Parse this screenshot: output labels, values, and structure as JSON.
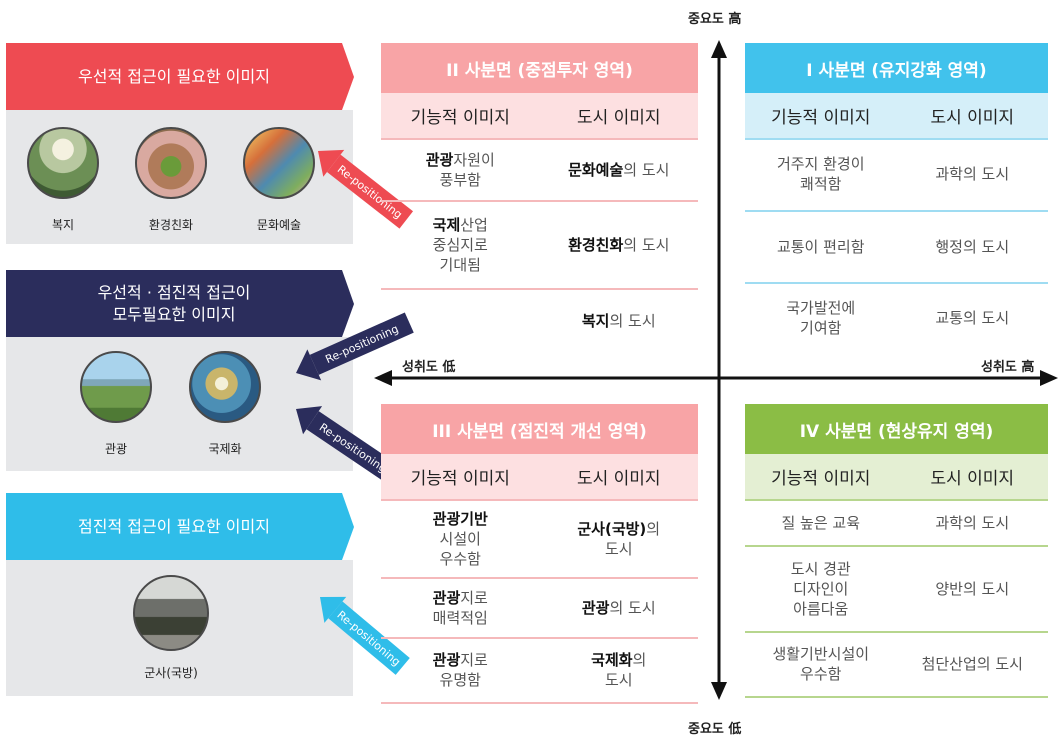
{
  "axes": {
    "top": "중요도 高",
    "bottom": "중요도 低",
    "left": "성취도 低",
    "right": "성취도 高"
  },
  "left_panels": {
    "priority": {
      "title": "우선적 접근이 필요한 이미지",
      "items": [
        "복지",
        "환경친화",
        "문화예술"
      ]
    },
    "both": {
      "title_line1": "우선적 · 점진적 접근이",
      "title_line2": "모두필요한 이미지",
      "items": [
        "관광",
        "국제화"
      ]
    },
    "gradual": {
      "title": "점진적 접근이 필요한 이미지",
      "items": [
        "군사(국방)"
      ]
    }
  },
  "repositioning_label": "Re-positioning",
  "quadrant_columns": {
    "functional": "기능적 이미지",
    "city": "도시 이미지"
  },
  "quadrants": {
    "q2": {
      "title": "II 사분면 (중점투자 영역)",
      "rows": [
        {
          "c1_bold": "관광",
          "c1_rest": "자원이",
          "c1_line2": "풍부함",
          "c2_bold": "문화예술",
          "c2_rest": "의 도시"
        },
        {
          "c1_bold": "국제",
          "c1_rest": "산업",
          "c1_line2": "중심지로",
          "c1_line3": "기대됨",
          "c2_bold": "환경친화",
          "c2_rest": "의 도시"
        },
        {
          "c2_bold": "복지",
          "c2_rest": "의 도시"
        }
      ]
    },
    "q1": {
      "title": "I 사분면 (유지강화 영역)",
      "rows": [
        {
          "c1_line1": "거주지 환경이",
          "c1_line2": "쾌적함",
          "c2": "과학의 도시"
        },
        {
          "c1_line1": "교통이 편리함",
          "c2": "행정의 도시"
        },
        {
          "c1_line1": "국가발전에",
          "c1_line2": "기여함",
          "c2": "교통의 도시"
        }
      ]
    },
    "q3": {
      "title": "III 사분면 (점진적 개선 영역)",
      "rows": [
        {
          "c1_bold": "관광기반",
          "c1_line2": "시설이",
          "c1_line3": "우수함",
          "c2_bold": "군사(국방)",
          "c2_rest": "의",
          "c2_line2": "도시"
        },
        {
          "c1_bold": "관광",
          "c1_rest": "지로",
          "c1_line2": "매력적임",
          "c2_bold": "관광",
          "c2_rest": "의 도시"
        },
        {
          "c1_bold": "관광",
          "c1_rest": "지로",
          "c1_line2": "유명함",
          "c2_bold": "국제화",
          "c2_rest": "의",
          "c2_line2": "도시"
        }
      ]
    },
    "q4": {
      "title": "IV 사분면 (현상유지 영역)",
      "rows": [
        {
          "c1_line1": "질 높은 교육",
          "c2": "과학의 도시"
        },
        {
          "c1_line1": "도시 경관",
          "c1_line2": "디자인이",
          "c1_line3": "아름다움",
          "c2": "양반의 도시"
        },
        {
          "c1_line1": "생활기반시설이",
          "c1_line2": "우수함",
          "c2": "첨단산업의 도시"
        }
      ]
    }
  },
  "colors": {
    "red": "#ee4b52",
    "navy": "#2b2d5c",
    "cyan": "#2fbde9",
    "q2": "#f8a4a6",
    "q1": "#41c2ec",
    "q4": "#8bbd45"
  }
}
